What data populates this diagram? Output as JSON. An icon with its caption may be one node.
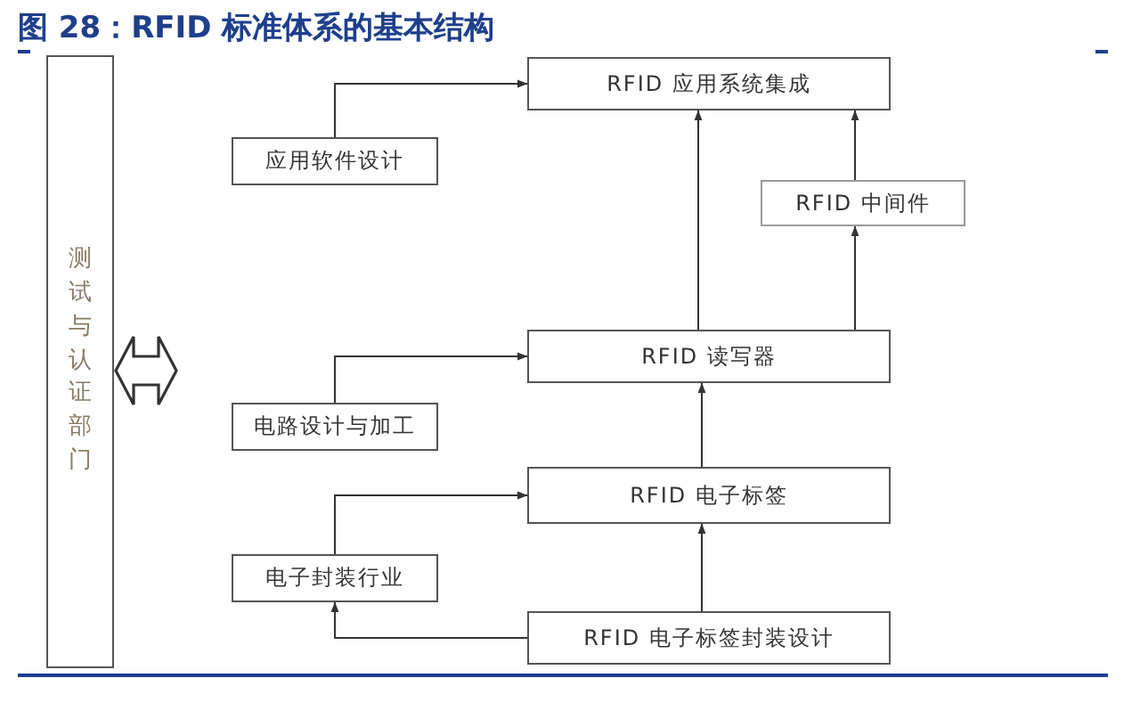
{
  "diagram": {
    "title": "图 28：RFID 标准体系的基本结构",
    "nodes": [
      {
        "text": [
          "测试与认证部门"
        ]
      },
      {
        "text": [
          "RFID 应用系统集成"
        ]
      },
      {
        "text": [
          "应用软件设计"
        ]
      },
      {
        "text": [
          "RFID 中间件"
        ]
      },
      {
        "text": [
          "RFID 读写器"
        ]
      },
      {
        "text": [
          "电路设计与加工"
        ]
      },
      {
        "text": [
          "RFID 电子标签"
        ]
      },
      {
        "text": [
          "电子封装行业"
        ]
      },
      {
        "text": [
          "RFID 电子标签封装设计"
        ]
      }
    ],
    "edges": [
      {
        "from": 0,
        "to": null,
        "arrow": "both",
        "style": "thick"
      },
      {
        "from": 2,
        "to": 1,
        "arrow": "to"
      },
      {
        "from": 4,
        "to": 1,
        "arrow": "to"
      },
      {
        "from": 4,
        "to": 3,
        "arrow": "to"
      },
      {
        "from": 3,
        "to": 1,
        "arrow": "to"
      },
      {
        "from": 5,
        "to": 4,
        "arrow": "to"
      },
      {
        "from": 6,
        "to": 4,
        "arrow": "to"
      },
      {
        "from": 7,
        "to": 6,
        "arrow": "to"
      },
      {
        "from": 8,
        "to": 6,
        "arrow": "to"
      },
      {
        "from": 8,
        "to": 7,
        "arrow": "to"
      }
    ]
  }
}
